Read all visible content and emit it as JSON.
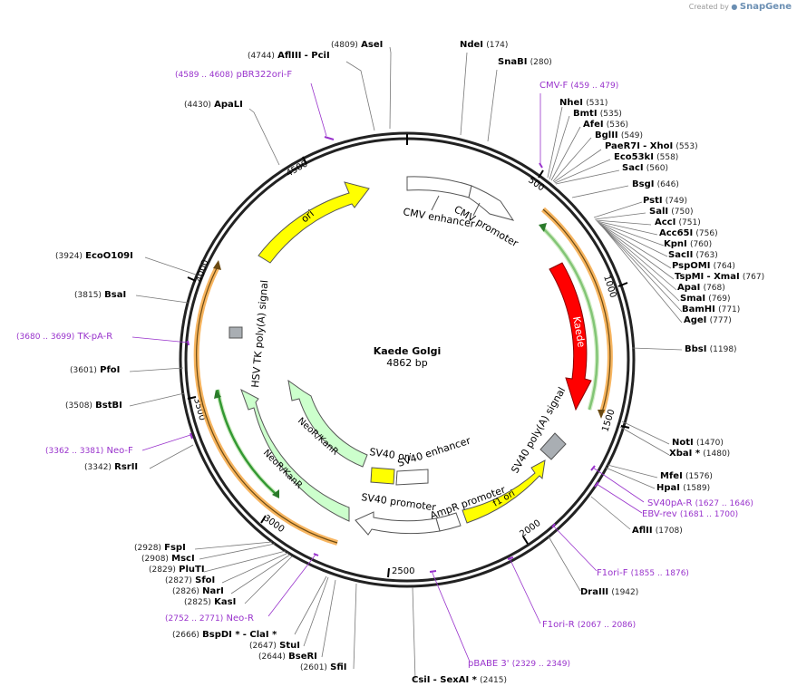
{
  "credit": {
    "prefix": "Created by",
    "brand": "SnapGene"
  },
  "plasmid": {
    "name": "Kaede Golgi",
    "length_label": "4862 bp"
  },
  "colors": {
    "enzyme": "#000000",
    "primer": "#9933cc",
    "ori": "#ffff00",
    "kaede": "#ff0000",
    "neo": "#ccffcc",
    "grey_feature": "#a9aeb3",
    "orange_hl": "#f6a844",
    "green_hl": "#339933"
  },
  "ticks": [
    "500",
    "1000",
    "1500",
    "2000",
    "2500",
    "3000",
    "3500",
    "4000",
    "4500"
  ],
  "features": [
    {
      "id": "cmv-enhancer",
      "name": "CMV enhancer"
    },
    {
      "id": "cmv-promoter",
      "name": "CMV promoter"
    },
    {
      "id": "kaede",
      "name": "Kaede"
    },
    {
      "id": "sv40-polya",
      "name": "SV40 poly(A) signal"
    },
    {
      "id": "f1-ori",
      "name": "f1 ori"
    },
    {
      "id": "ampr-promoter",
      "name": "AmpR promoter"
    },
    {
      "id": "sv40-promoter",
      "name": "SV40 promoter"
    },
    {
      "id": "sv40-enhancer",
      "name": "SV40 enhancer"
    },
    {
      "id": "sv40-ori",
      "name": "SV40 ori"
    },
    {
      "id": "neokanr-1",
      "name": "NeoR/KanR"
    },
    {
      "id": "neokanr-2",
      "name": "NeoR/KanR"
    },
    {
      "id": "hsv-tk",
      "name": "HSV TK poly(A) signal"
    },
    {
      "id": "ori",
      "name": "ori"
    }
  ],
  "enzymes": [
    {
      "name": "AseI",
      "pos": "(4809)"
    },
    {
      "name": "AflIII",
      "pos": "(4744)",
      "extra": "- PciI"
    },
    {
      "name": "ApaLI",
      "pos": "(4430)"
    },
    {
      "name": "EcoO109I",
      "pos": "(3924)"
    },
    {
      "name": "BsaI",
      "pos": "(3815)"
    },
    {
      "name": "PfoI",
      "pos": "(3601)"
    },
    {
      "name": "BstBI",
      "pos": "(3508)"
    },
    {
      "name": "RsrII",
      "pos": "(3342)"
    },
    {
      "name": "FspI",
      "pos": "(2928)"
    },
    {
      "name": "MscI",
      "pos": "(2908)"
    },
    {
      "name": "PluTI",
      "pos": "(2829)"
    },
    {
      "name": "SfoI",
      "pos": "(2827)"
    },
    {
      "name": "NarI",
      "pos": "(2826)"
    },
    {
      "name": "KasI",
      "pos": "(2825)"
    },
    {
      "name": "BspDI *",
      "pos": "(2666)",
      "extra": "- ClaI *"
    },
    {
      "name": "StuI",
      "pos": "(2647)"
    },
    {
      "name": "BseRI",
      "pos": "(2644)"
    },
    {
      "name": "SfiI",
      "pos": "(2601)"
    },
    {
      "name": "CsiI",
      "pos": "(2415)",
      "extra": "- SexAI *"
    },
    {
      "name": "NdeI",
      "pos": "(174)"
    },
    {
      "name": "SnaBI",
      "pos": "(280)"
    },
    {
      "name": "NheI",
      "pos": "(531)"
    },
    {
      "name": "BmtI",
      "pos": "(535)"
    },
    {
      "name": "AfeI",
      "pos": "(536)"
    },
    {
      "name": "BglII",
      "pos": "(549)"
    },
    {
      "name": "PaeR7I",
      "pos": "(553)",
      "extra": "- XhoI"
    },
    {
      "name": "Eco53kI",
      "pos": "(558)"
    },
    {
      "name": "SacI",
      "pos": "(560)"
    },
    {
      "name": "BsgI",
      "pos": "(646)"
    },
    {
      "name": "PstI",
      "pos": "(749)"
    },
    {
      "name": "SalI",
      "pos": "(750)"
    },
    {
      "name": "AccI",
      "pos": "(751)"
    },
    {
      "name": "Acc65I",
      "pos": "(756)"
    },
    {
      "name": "KpnI",
      "pos": "(760)"
    },
    {
      "name": "SacII",
      "pos": "(763)"
    },
    {
      "name": "PspOMI",
      "pos": "(764)"
    },
    {
      "name": "TspMI",
      "pos": "(767)",
      "extra": "- XmaI"
    },
    {
      "name": "ApaI",
      "pos": "(768)"
    },
    {
      "name": "SmaI",
      "pos": "(769)"
    },
    {
      "name": "BamHI",
      "pos": "(771)"
    },
    {
      "name": "AgeI",
      "pos": "(777)"
    },
    {
      "name": "BbsI",
      "pos": "(1198)"
    },
    {
      "name": "NotI",
      "pos": "(1470)"
    },
    {
      "name": "XbaI *",
      "pos": "(1480)"
    },
    {
      "name": "MfeI",
      "pos": "(1576)"
    },
    {
      "name": "HpaI",
      "pos": "(1589)"
    },
    {
      "name": "AflII",
      "pos": "(1708)"
    },
    {
      "name": "DraIII",
      "pos": "(1942)"
    }
  ],
  "primers": [
    {
      "name": "pBR322ori-F",
      "range": "(4589 .. 4608)"
    },
    {
      "name": "TK-pA-R",
      "range": "(3680 .. 3699)"
    },
    {
      "name": "Neo-F",
      "range": "(3362 .. 3381)"
    },
    {
      "name": "Neo-R",
      "range": "(2752 .. 2771)"
    },
    {
      "name": "pBABE 3'",
      "range": "(2329 .. 2349)"
    },
    {
      "name": "F1ori-R",
      "range": "(2067 .. 2086)"
    },
    {
      "name": "F1ori-F",
      "range": "(1855 .. 1876)"
    },
    {
      "name": "EBV-rev",
      "range": "(1681 .. 1700)"
    },
    {
      "name": "SV40pA-R",
      "range": "(1627 .. 1646)"
    },
    {
      "name": "CMV-F",
      "range": "(459 .. 479)"
    }
  ]
}
